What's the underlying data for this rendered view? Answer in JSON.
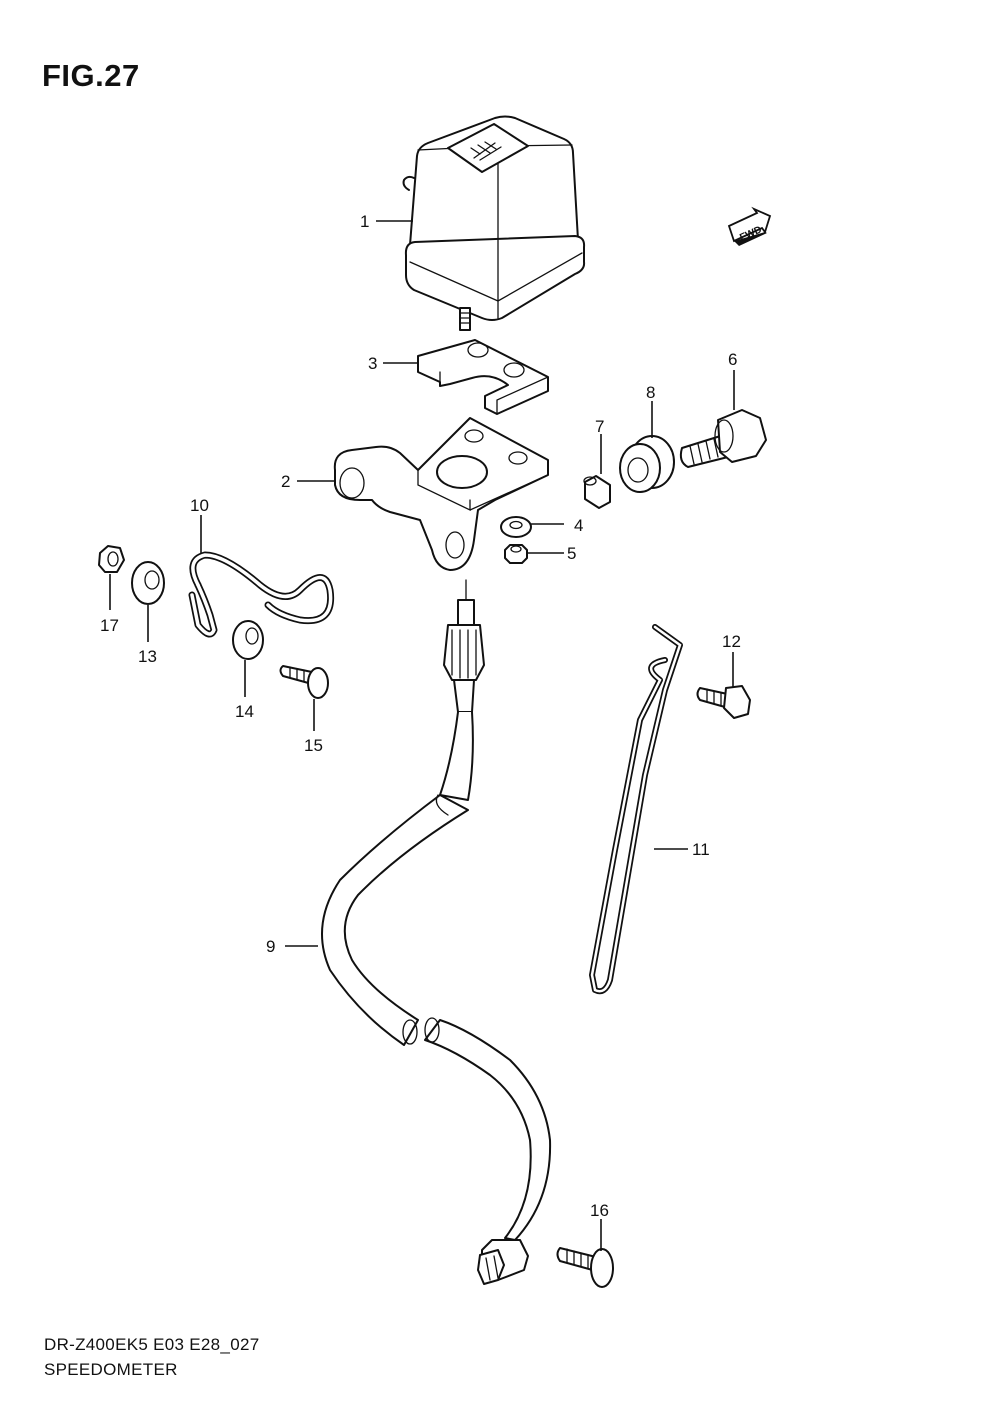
{
  "figure": {
    "title": "FIG.27"
  },
  "fwd_label": "FWD",
  "callouts": [
    "1",
    "2",
    "3",
    "4",
    "5",
    "6",
    "7",
    "8",
    "9",
    "10",
    "11",
    "12",
    "13",
    "14",
    "15",
    "16",
    "17"
  ],
  "footer": {
    "model_code": "DR-Z400EK5 E03 E28_027",
    "part_name": "SPEEDOMETER"
  }
}
